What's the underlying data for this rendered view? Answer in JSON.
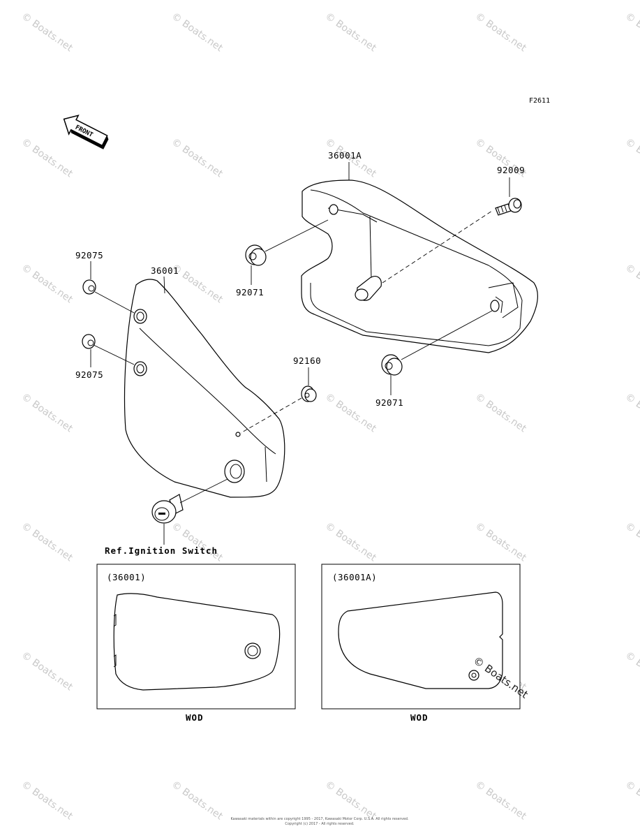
{
  "figure_code": "F2611",
  "front_arrow_label": "FRONT",
  "parts": {
    "cover_right": "36001A",
    "cover_left": "36001",
    "bolt": "92009",
    "grommet_upper": "92071",
    "grommet_lower": "92071",
    "damper_top": "92075",
    "damper_bottom": "92075",
    "grommet_left_cover": "92160"
  },
  "reference_label": "Ref.Ignition Switch",
  "insets": [
    {
      "title": "(36001)",
      "caption": "WOD"
    },
    {
      "title": "(36001A)",
      "caption": "WOD"
    }
  ],
  "watermark": "© Boats.net",
  "footer_lines": [
    "Kawasaki materials within are copyright 1995 - 2017, Kawasaki Motor Corp. U.S.A. All rights reserved.",
    "Copyright (c) 2017 - All rights reserved."
  ]
}
